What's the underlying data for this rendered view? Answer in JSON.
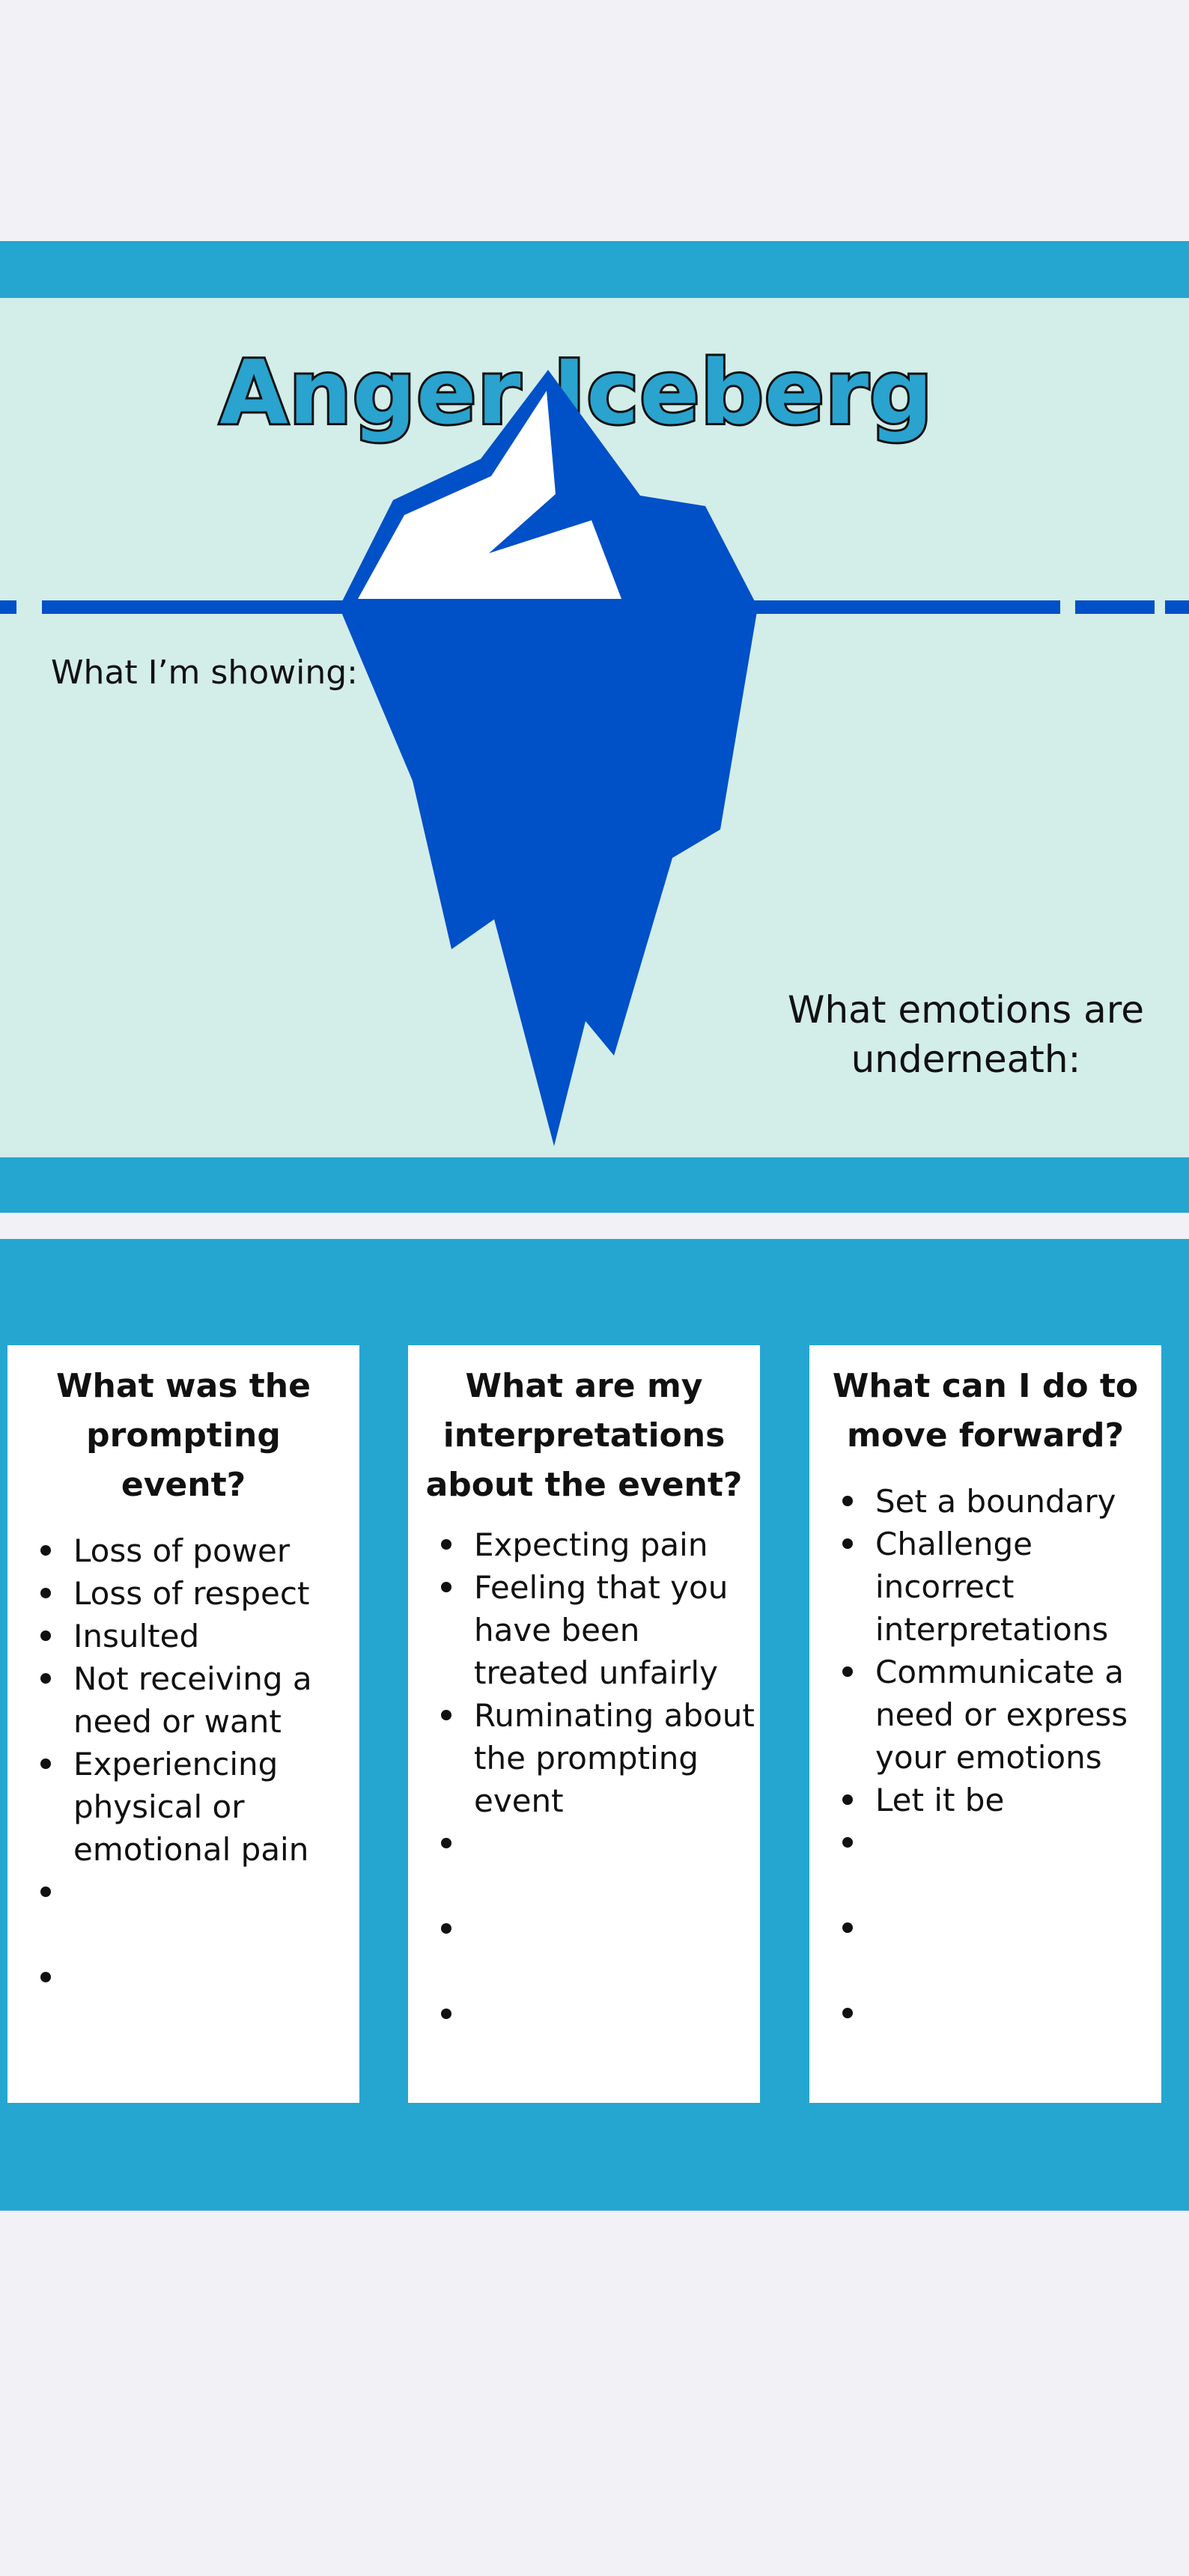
{
  "slide1": {
    "title": "Anger Iceberg",
    "showing_label": "What I’m showing:",
    "underneath_label": "What emotions are underneath:",
    "colors": {
      "frame": "#25a6d1",
      "background": "#d3ede9",
      "iceberg": "#0050c8",
      "ice_top": "#ffffff",
      "title_fill": "#2aa3cf"
    }
  },
  "slide2": {
    "cards": [
      {
        "heading": "What was the prompting event?",
        "items": [
          "Loss of power",
          "Loss of respect",
          "Insulted",
          "Not receiving a need or want",
          "Experiencing physical or emotional pain",
          "",
          ""
        ]
      },
      {
        "heading": "What are my interpretations about the event?",
        "items": [
          "Expecting pain",
          "Feeling that you have been treated unfairly",
          "Ruminating about the prompting event",
          "",
          "",
          ""
        ]
      },
      {
        "heading": "What can I do to move forward?",
        "items": [
          "Set a boundary",
          "Challenge incorrect interpretations",
          "Communicate a need or express your emotions",
          "Let it be",
          "",
          "",
          ""
        ]
      }
    ]
  }
}
